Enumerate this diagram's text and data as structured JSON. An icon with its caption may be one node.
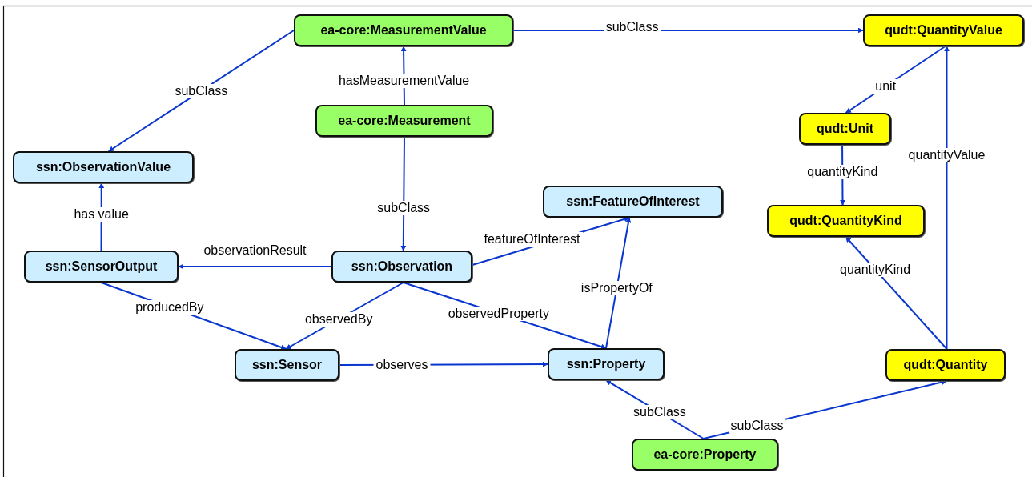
{
  "diagram": {
    "nodes": [
      {
        "text": [
          "ea-core:MeasurementValue"
        ]
      },
      {
        "text": [
          "qudt:QuantityValue"
        ]
      },
      {
        "text": [
          "ssn:ObservationValue"
        ]
      },
      {
        "text": [
          "ea-core:Measurement"
        ]
      },
      {
        "text": [
          "qudt:Unit"
        ]
      },
      {
        "text": [
          "ssn:FeatureOfInterest"
        ]
      },
      {
        "text": [
          "qudt:QuantityKind"
        ]
      },
      {
        "text": [
          "ssn:SensorOutput"
        ]
      },
      {
        "text": [
          "ssn:Observation"
        ]
      },
      {
        "text": [
          "ssn:Sensor"
        ]
      },
      {
        "text": [
          "ssn:Property"
        ]
      },
      {
        "text": [
          "qudt:Quantity"
        ]
      },
      {
        "text": [
          "ea-core:Property"
        ]
      }
    ],
    "edges": [
      {
        "from": 0,
        "to": 2,
        "arrow": "to",
        "label": "subClass"
      },
      {
        "from": 3,
        "to": 0,
        "arrow": "to",
        "label": "hasMeasurementValue"
      },
      {
        "from": 0,
        "to": 1,
        "arrow": "to",
        "label": "subClass"
      },
      {
        "from": 1,
        "to": 4,
        "arrow": "to",
        "label": "unit"
      },
      {
        "from": 11,
        "to": 1,
        "arrow": "to",
        "label": "quantityValue"
      },
      {
        "from": 4,
        "to": 6,
        "arrow": "to",
        "label": "quantityKind"
      },
      {
        "from": 11,
        "to": 6,
        "arrow": "to",
        "label": "quantityKind"
      },
      {
        "from": 3,
        "to": 8,
        "arrow": "to",
        "label": "subClass"
      },
      {
        "from": 7,
        "to": 2,
        "arrow": "to",
        "label": "has value"
      },
      {
        "from": 8,
        "to": 7,
        "arrow": "to",
        "label": "observationResult"
      },
      {
        "from": 8,
        "to": 5,
        "arrow": "to",
        "label": "featureOfInterest"
      },
      {
        "from": 7,
        "to": 9,
        "arrow": "to",
        "label": "producedBy"
      },
      {
        "from": 8,
        "to": 9,
        "arrow": "to",
        "label": "observedBy"
      },
      {
        "from": 8,
        "to": 10,
        "arrow": "to",
        "label": "observedProperty"
      },
      {
        "from": 10,
        "to": 5,
        "arrow": "to",
        "label": "isPropertyOf"
      },
      {
        "from": 9,
        "to": 10,
        "arrow": "to",
        "label": "observes"
      },
      {
        "from": 12,
        "to": 10,
        "arrow": "to",
        "label": "subClass"
      },
      {
        "from": 12,
        "to": 11,
        "arrow": "to",
        "label": "subClass"
      }
    ]
  }
}
